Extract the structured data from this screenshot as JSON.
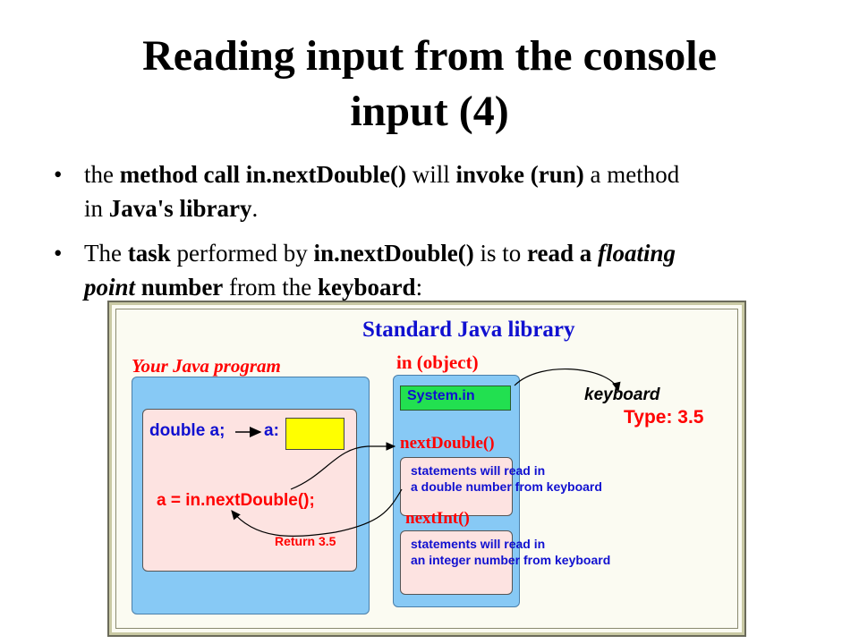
{
  "slide": {
    "title_line1": "Reading input from the console",
    "title_line2": "input (4)",
    "bullet_marker": "•",
    "bullet1": {
      "t1": "the ",
      "t2": "method call in.nextDouble()",
      "t3": " will ",
      "t4": "invoke (run)",
      "t5": " a method",
      "t6": "in ",
      "t7": "Java's library",
      "t8": "."
    },
    "bullet2": {
      "t1": "The ",
      "t2": "task",
      "t3": " performed by ",
      "t4": "in.nextDouble()",
      "t5": " is to ",
      "t6": "read a ",
      "t7": "floating",
      "t8": "point",
      "t9": " number",
      "t10": " from the ",
      "t11": "keyboard",
      "t12": ":"
    }
  },
  "diagram": {
    "library_title": "Standard Java library",
    "program_title": "Your Java program",
    "object_label": "in (object)",
    "system_in": "System.in",
    "keyboard": "keyboard",
    "type_label": "Type: 3.5",
    "decl": "double a;",
    "var_label": "a:",
    "assign": "a = in.nextDouble();",
    "return_label": "Return 3.5",
    "next_double": "nextDouble()",
    "next_double_desc1": "statements will read in",
    "next_double_desc2": "a double number from keyboard",
    "next_int": "nextInt()",
    "next_int_desc1": "statements will read in",
    "next_int_desc2": "an integer number from keyboard",
    "colors": {
      "blue_box": "#87c9f5",
      "pink_box": "#fde3e1",
      "red_text": "#ff0000",
      "blue_text": "#1010d0",
      "variable_box": "#ffff00",
      "system_in_box": "#22e050"
    }
  }
}
